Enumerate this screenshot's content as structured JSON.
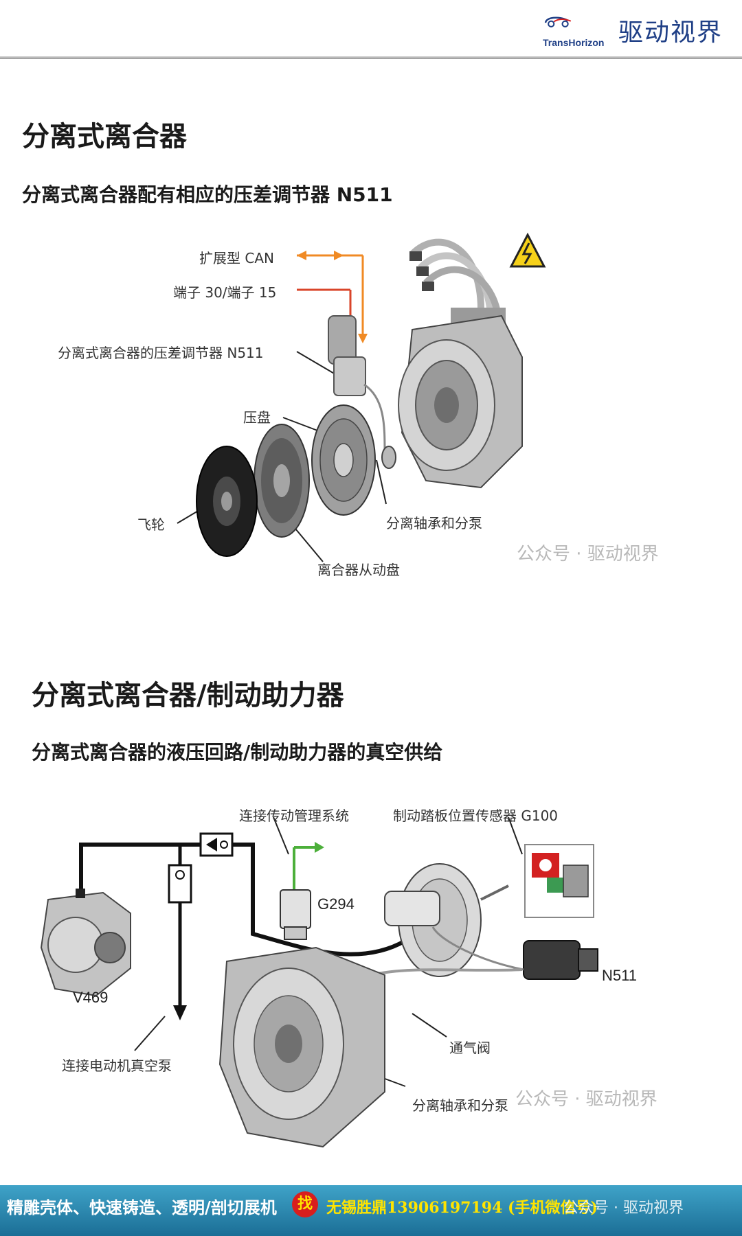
{
  "header": {
    "logo_en": "TransHorizon",
    "logo_cn": "驱动视界"
  },
  "section1": {
    "title": "分离式离合器",
    "subtitle": "分离式离合器配有相应的压差调节器 N511",
    "labels": {
      "can": "扩展型 CAN",
      "terminal": "端子 30/端子 15",
      "regulator": "分离式离合器的压差调节器 N511",
      "pressure_plate": "压盘",
      "flywheel": "飞轮",
      "release_bearing": "分离轴承和分泵",
      "clutch_disc": "离合器从动盘"
    }
  },
  "section2": {
    "title": "分离式离合器/制动助力器",
    "subtitle": "分离式离合器的液压回路/制动助力器的真空供给",
    "labels": {
      "transmission_mgmt": "连接传动管理系统",
      "pedal_sensor": "制动踏板位置传感器 G100",
      "g294": "G294",
      "v469": "V469",
      "n511": "N511",
      "vent_valve": "通气阀",
      "vacuum_pump": "连接电动机真空泵",
      "release_bearing": "分离轴承和分泵"
    }
  },
  "watermark": "公众号 · 驱动视界",
  "footer": {
    "left": "精雕壳体、快速铸造、透明/剖切展机",
    "find": "找",
    "contact": "无锡胜鼎13906197194 (手机微信号)",
    "watermark": "公众号 · 驱动视界"
  },
  "colors": {
    "can_arrow": "#f08a24",
    "terminal_arrow": "#d9452a",
    "green_arrow": "#4caf3a",
    "footer_bg": "#2a8bb4",
    "brand": "#1f3f86"
  }
}
